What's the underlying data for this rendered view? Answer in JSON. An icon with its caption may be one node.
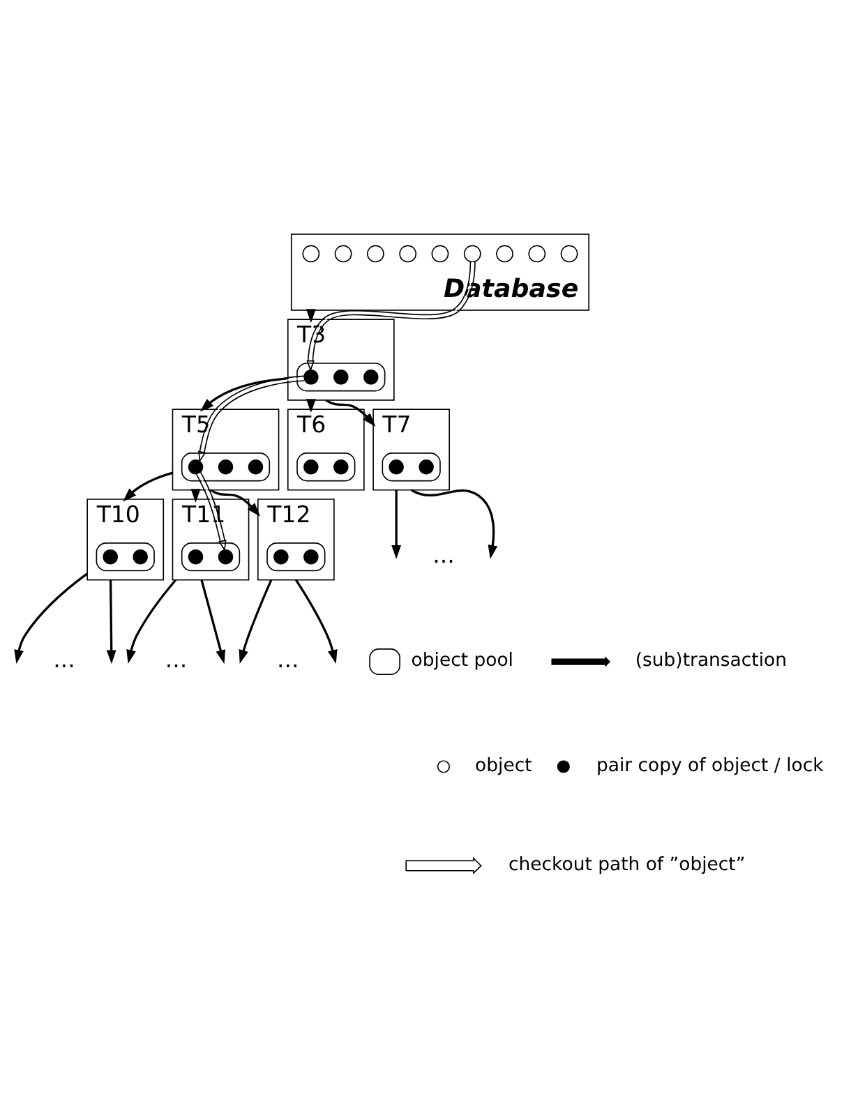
{
  "diagram": {
    "nodes": [
      {
        "text": [
          "Database"
        ]
      },
      {
        "text": [],
        "shape": "circle",
        "in": 0
      },
      {
        "text": [],
        "shape": "circle",
        "in": 0
      },
      {
        "text": [],
        "shape": "circle",
        "in": 0
      },
      {
        "text": [],
        "shape": "circle",
        "in": 0
      },
      {
        "text": [],
        "shape": "circle",
        "in": 0
      },
      {
        "text": [],
        "shape": "circle",
        "in": 0
      },
      {
        "text": [],
        "shape": "circle",
        "in": 0
      },
      {
        "text": [],
        "shape": "circle",
        "in": 0
      },
      {
        "text": [],
        "shape": "circle",
        "in": 0
      },
      {
        "text": [
          "T3"
        ]
      },
      {
        "text": [],
        "shape": "box",
        "in": 10
      },
      {
        "text": [],
        "shape": "dot",
        "in": 11
      },
      {
        "text": [],
        "shape": "dot",
        "in": 11
      },
      {
        "text": [],
        "shape": "dot",
        "in": 11
      },
      {
        "text": [
          "T5"
        ]
      },
      {
        "text": [],
        "shape": "box",
        "in": 15
      },
      {
        "text": [],
        "shape": "dot",
        "in": 16
      },
      {
        "text": [],
        "shape": "dot",
        "in": 16
      },
      {
        "text": [],
        "shape": "dot",
        "in": 16
      },
      {
        "text": [
          "T6"
        ]
      },
      {
        "text": [],
        "shape": "box",
        "in": 20
      },
      {
        "text": [],
        "shape": "dot",
        "in": 21
      },
      {
        "text": [],
        "shape": "dot",
        "in": 21
      },
      {
        "text": [
          "T7"
        ]
      },
      {
        "text": [],
        "shape": "box",
        "in": 24
      },
      {
        "text": [],
        "shape": "dot",
        "in": 25
      },
      {
        "text": [],
        "shape": "dot",
        "in": 25
      },
      {
        "text": [
          "T10"
        ]
      },
      {
        "text": [],
        "shape": "box",
        "in": 28
      },
      {
        "text": [],
        "shape": "dot",
        "in": 29
      },
      {
        "text": [],
        "shape": "dot",
        "in": 29
      },
      {
        "text": [
          "T11"
        ]
      },
      {
        "text": [],
        "shape": "box",
        "in": 32
      },
      {
        "text": [],
        "shape": "dot",
        "in": 33
      },
      {
        "text": [],
        "shape": "dot",
        "in": 33
      },
      {
        "text": [
          "T12"
        ]
      },
      {
        "text": [],
        "shape": "box",
        "in": 36
      },
      {
        "text": [],
        "shape": "dot",
        "in": 37
      },
      {
        "text": [],
        "shape": "dot",
        "in": 37
      }
    ],
    "edges": [
      {
        "from": 0,
        "to": 10,
        "arrow": "to"
      },
      {
        "from": 10,
        "to": 15,
        "arrow": "to"
      },
      {
        "from": 10,
        "to": 20,
        "arrow": "to"
      },
      {
        "from": 10,
        "to": 24,
        "arrow": "to"
      },
      {
        "from": 24,
        "to": null,
        "arrow": "to"
      },
      {
        "from": 24,
        "to": null,
        "arrow": "to"
      },
      {
        "from": 15,
        "to": 28,
        "arrow": "to"
      },
      {
        "from": 15,
        "to": 32,
        "arrow": "to"
      },
      {
        "from": 15,
        "to": 36,
        "arrow": "to"
      },
      {
        "from": 28,
        "to": null,
        "arrow": "to"
      },
      {
        "from": 28,
        "to": null,
        "arrow": "to"
      },
      {
        "from": 32,
        "to": null,
        "arrow": "to"
      },
      {
        "from": 32,
        "to": null,
        "arrow": "to"
      },
      {
        "from": 36,
        "to": null,
        "arrow": "to"
      },
      {
        "from": 36,
        "to": null,
        "arrow": "to"
      },
      {
        "from": 6,
        "to": 12,
        "arrow": "to"
      },
      {
        "from": 12,
        "to": 17,
        "arrow": "to"
      },
      {
        "from": 17,
        "to": 35,
        "arrow": "to"
      }
    ],
    "labels": [
      "...",
      "...",
      "...",
      "..."
    ],
    "legend": [
      {
        "text": "object pool"
      },
      {
        "text": "(sub)transaction"
      },
      {
        "text": "object"
      },
      {
        "text": "pair copy of object / lock"
      },
      {
        "text": "checkout path of ”object”"
      }
    ]
  }
}
